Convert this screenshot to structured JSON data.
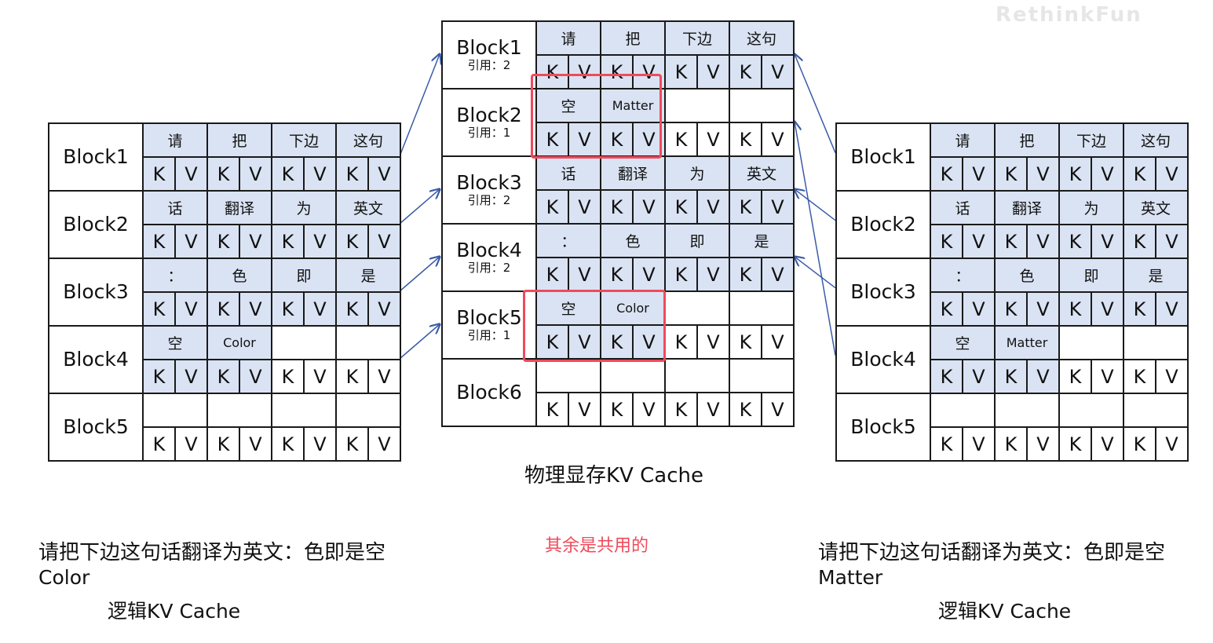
{
  "watermark": "RethinkFun",
  "left": {
    "blocks": [
      {
        "label": "Block1",
        "tokens": [
          "请",
          "把",
          "下边",
          "这句"
        ],
        "kv_filled": 4
      },
      {
        "label": "Block2",
        "tokens": [
          "话",
          "翻译",
          "为",
          "英文"
        ],
        "kv_filled": 4
      },
      {
        "label": "Block3",
        "tokens": [
          "：",
          "色",
          "即",
          "是"
        ],
        "kv_filled": 4
      },
      {
        "label": "Block4",
        "tokens": [
          "空",
          "Color",
          "",
          ""
        ],
        "kv_filled": 2
      },
      {
        "label": "Block5",
        "tokens": [
          "",
          "",
          "",
          ""
        ],
        "kv_filled": 0
      }
    ],
    "prompt_line1": "请把下边这句话翻译为英文：色即是空",
    "prompt_line2": "Color",
    "caption": "逻辑KV Cache"
  },
  "center": {
    "blocks": [
      {
        "label": "Block1",
        "ref": "引用：2",
        "tokens": [
          "请",
          "把",
          "下边",
          "这句"
        ],
        "kv_filled": 4
      },
      {
        "label": "Block2",
        "ref": "引用：1",
        "tokens": [
          "空",
          "Matter",
          "",
          ""
        ],
        "kv_filled": 2
      },
      {
        "label": "Block3",
        "ref": "引用：2",
        "tokens": [
          "话",
          "翻译",
          "为",
          "英文"
        ],
        "kv_filled": 4
      },
      {
        "label": "Block4",
        "ref": "引用：2",
        "tokens": [
          "：",
          "色",
          "即",
          "是"
        ],
        "kv_filled": 4
      },
      {
        "label": "Block5",
        "ref": "引用：1",
        "tokens": [
          "空",
          "Color",
          "",
          ""
        ],
        "kv_filled": 2
      },
      {
        "label": "Block6",
        "ref": "",
        "tokens": [
          "",
          "",
          "",
          ""
        ],
        "kv_filled": 0
      }
    ],
    "caption": "物理显存KV Cache",
    "note": "其余是共用的"
  },
  "right": {
    "blocks": [
      {
        "label": "Block1",
        "tokens": [
          "请",
          "把",
          "下边",
          "这句"
        ],
        "kv_filled": 4
      },
      {
        "label": "Block2",
        "tokens": [
          "话",
          "翻译",
          "为",
          "英文"
        ],
        "kv_filled": 4
      },
      {
        "label": "Block3",
        "tokens": [
          "：",
          "色",
          "即",
          "是"
        ],
        "kv_filled": 4
      },
      {
        "label": "Block4",
        "tokens": [
          "空",
          "Matter",
          "",
          ""
        ],
        "kv_filled": 2
      },
      {
        "label": "Block5",
        "tokens": [
          "",
          "",
          "",
          ""
        ],
        "kv_filled": 0
      }
    ],
    "prompt_line1": "请把下边这句话翻译为英文：色即是空",
    "prompt_line2": "Matter",
    "caption": "逻辑KV Cache"
  },
  "kv_labels": {
    "k": "K",
    "v": "V"
  },
  "colors": {
    "filled": "#dae3f3",
    "border": "#1a1a1a",
    "highlight": "#f04a5c",
    "arrow": "#3b5ba8",
    "note": "#ef4a5a"
  },
  "mapping": {
    "left_to_center": [
      [
        1,
        1
      ],
      [
        2,
        3
      ],
      [
        3,
        4
      ],
      [
        4,
        5
      ]
    ],
    "right_to_center": [
      [
        1,
        1
      ],
      [
        2,
        3
      ],
      [
        3,
        4
      ],
      [
        4,
        2
      ]
    ]
  }
}
